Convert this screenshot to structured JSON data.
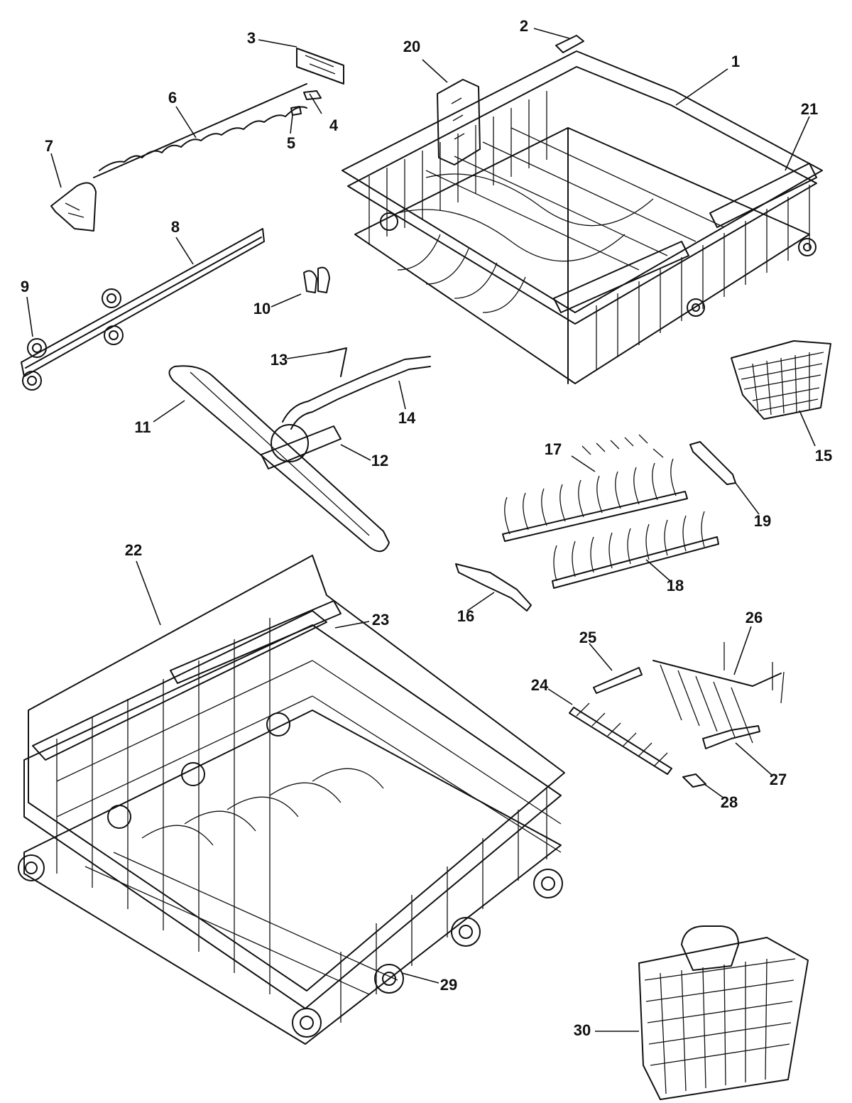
{
  "callouts": [
    "1",
    "2",
    "3",
    "4",
    "5",
    "6",
    "7",
    "8",
    "9",
    "10",
    "11",
    "12",
    "13",
    "14",
    "15",
    "16",
    "17",
    "18",
    "19",
    "20",
    "21",
    "22",
    "23",
    "24",
    "25",
    "26",
    "27",
    "28",
    "29",
    "30"
  ]
}
